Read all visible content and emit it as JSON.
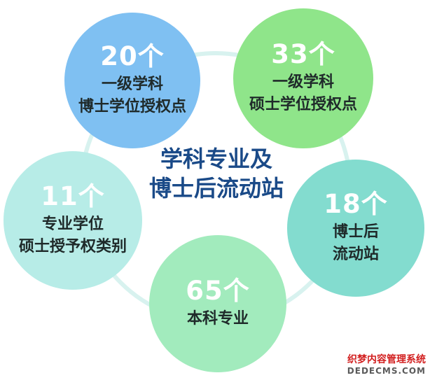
{
  "center": {
    "line1": "学科专业及",
    "line2": "博士后流动站"
  },
  "nodes": [
    {
      "count": "20个",
      "line1": "一级学科",
      "line2": "博士学位授权点",
      "color": "#7fc0f2"
    },
    {
      "count": "33个",
      "line1": "一级学科",
      "line2": "硕士学位授权点",
      "color": "#8fe58a"
    },
    {
      "count": "18个",
      "line1": "博士后",
      "line2": "流动站",
      "color": "#83dccf"
    },
    {
      "count": "65个",
      "line1": "本科专业",
      "color": "#a2ebbd"
    },
    {
      "count": "11个",
      "line1": "专业学位",
      "line2": "硕士授予权类别",
      "color": "#b7ece7"
    }
  ],
  "watermark": {
    "line1": "织梦内容管理系统",
    "line2": "DEDECMS.COM"
  },
  "colors": {
    "ring": "#d8f2ef",
    "center_text": "#1a4a88",
    "number_text": "#ffffff",
    "label_text": "#1f2a2a"
  }
}
